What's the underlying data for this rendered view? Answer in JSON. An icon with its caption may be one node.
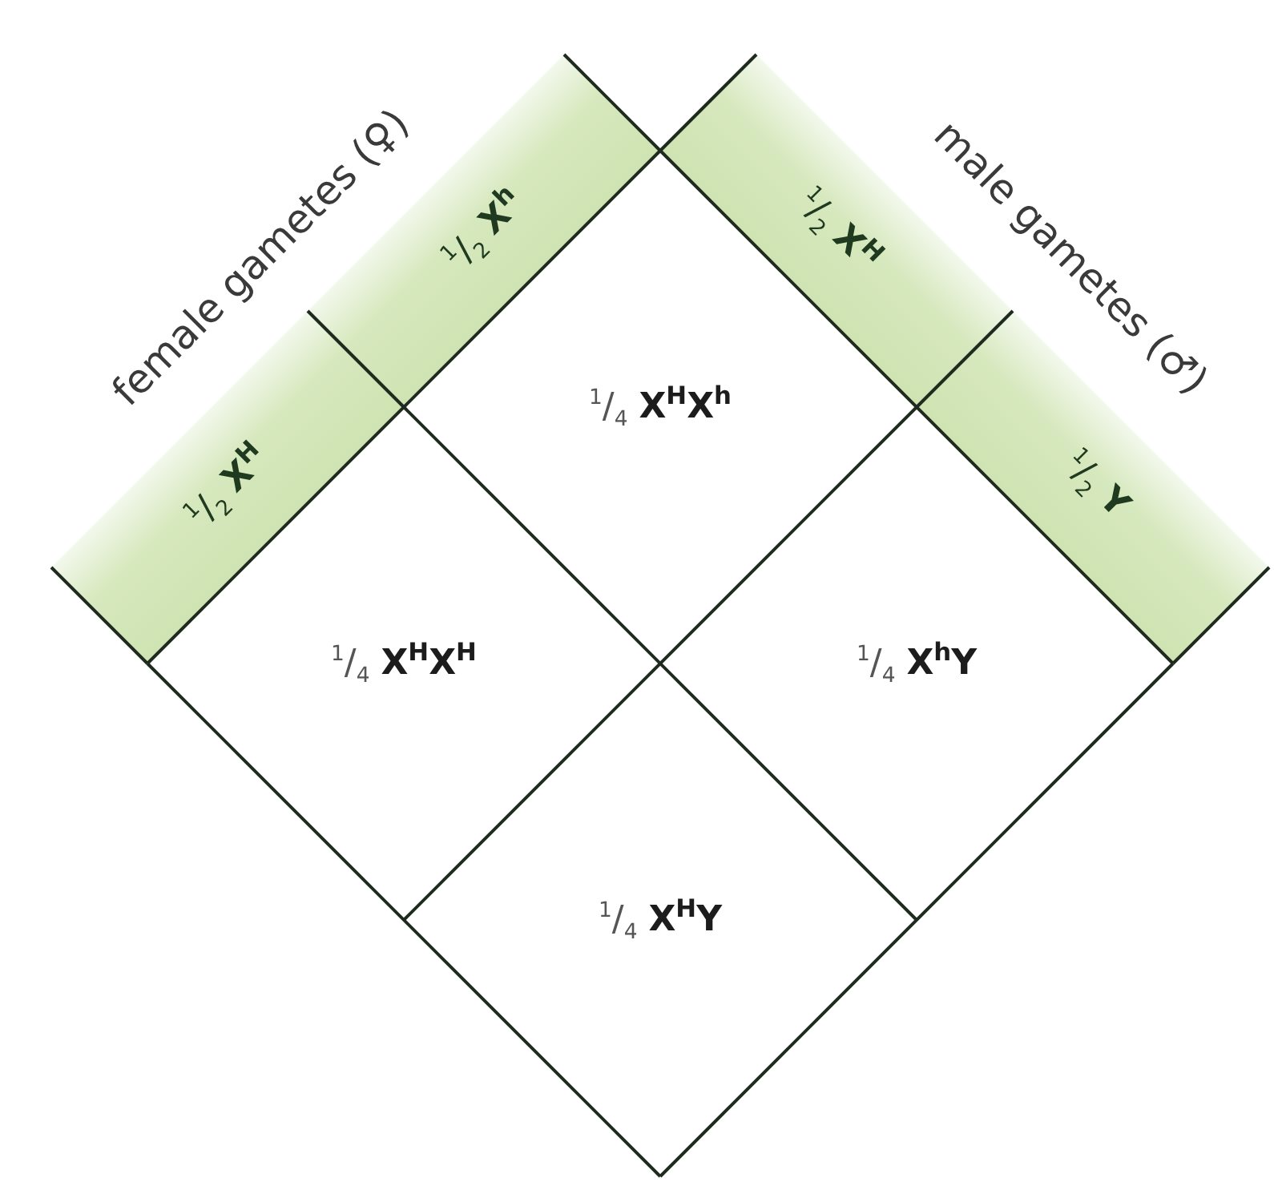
{
  "diagram": {
    "nodes": [
      {
        "text": [
          "$^{1}$/$_{2}$ **X**$^{H}$"
        ]
      },
      {
        "text": [
          "$^{1}$/$_{2}$ **X**$^{h}$"
        ]
      },
      {
        "text": [
          "$^{1}$/$_{2}$ **X**$^{H}$"
        ]
      },
      {
        "text": [
          "$^{1}$/$_{2}$ **Y**"
        ]
      },
      {
        "text": [
          "$^{1}$/$_{4}$ **X**$^{H}$**X**$^{h}$"
        ]
      },
      {
        "text": [
          "$^{1}$/$_{4}$ **X**$^{H}$**X**$^{H}$"
        ]
      },
      {
        "text": [
          "$^{1}$/$_{4}$ **X**$^{h}$**Y**"
        ]
      },
      {
        "text": [
          "$^{1}$/$_{4}$ **X**$^{H}$**Y**"
        ]
      }
    ],
    "labels": [
      "female gametes (♀)",
      "male gametes (♂)"
    ]
  }
}
